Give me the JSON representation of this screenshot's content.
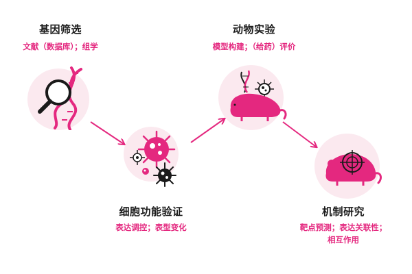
{
  "steps": [
    {
      "title": "基因筛选",
      "sub": [
        "文献（数据库）；组学"
      ]
    },
    {
      "title": "细胞功能验证",
      "sub": [
        "表达调控；表型变化"
      ]
    },
    {
      "title": "动物实验",
      "sub": [
        "模型构建；（给药）评价"
      ]
    },
    {
      "title": "机制研究",
      "sub": [
        "靶点预测；表达关联性；",
        "相互作用"
      ]
    }
  ],
  "colors": {
    "accent": "#e4287f",
    "circle_bg": "#fbe9ef",
    "text": "#1a1a1a"
  },
  "icons": [
    "magnifier-dna-icon",
    "virus-cells-icon",
    "mouse-dna-virus-icon",
    "mouse-target-icon"
  ]
}
